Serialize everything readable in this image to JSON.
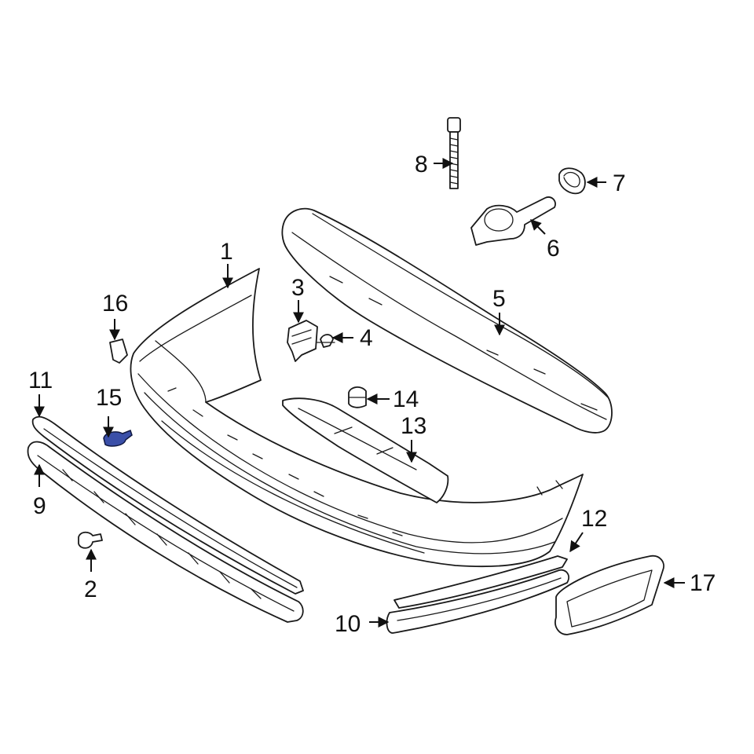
{
  "diagram": {
    "callouts": [
      {
        "id": "1",
        "label": "1"
      },
      {
        "id": "2",
        "label": "2"
      },
      {
        "id": "3",
        "label": "3"
      },
      {
        "id": "4",
        "label": "4"
      },
      {
        "id": "5",
        "label": "5"
      },
      {
        "id": "6",
        "label": "6"
      },
      {
        "id": "7",
        "label": "7"
      },
      {
        "id": "8",
        "label": "8"
      },
      {
        "id": "9",
        "label": "9"
      },
      {
        "id": "10",
        "label": "10"
      },
      {
        "id": "11",
        "label": "11"
      },
      {
        "id": "12",
        "label": "12"
      },
      {
        "id": "13",
        "label": "13"
      },
      {
        "id": "14",
        "label": "14"
      },
      {
        "id": "15",
        "label": "15"
      },
      {
        "id": "16",
        "label": "16"
      },
      {
        "id": "17",
        "label": "17"
      }
    ],
    "highlighted_part": "15",
    "highlight_color": "#3a4fa8",
    "line_color": "#1a1a1a",
    "background_color": "#ffffff"
  }
}
